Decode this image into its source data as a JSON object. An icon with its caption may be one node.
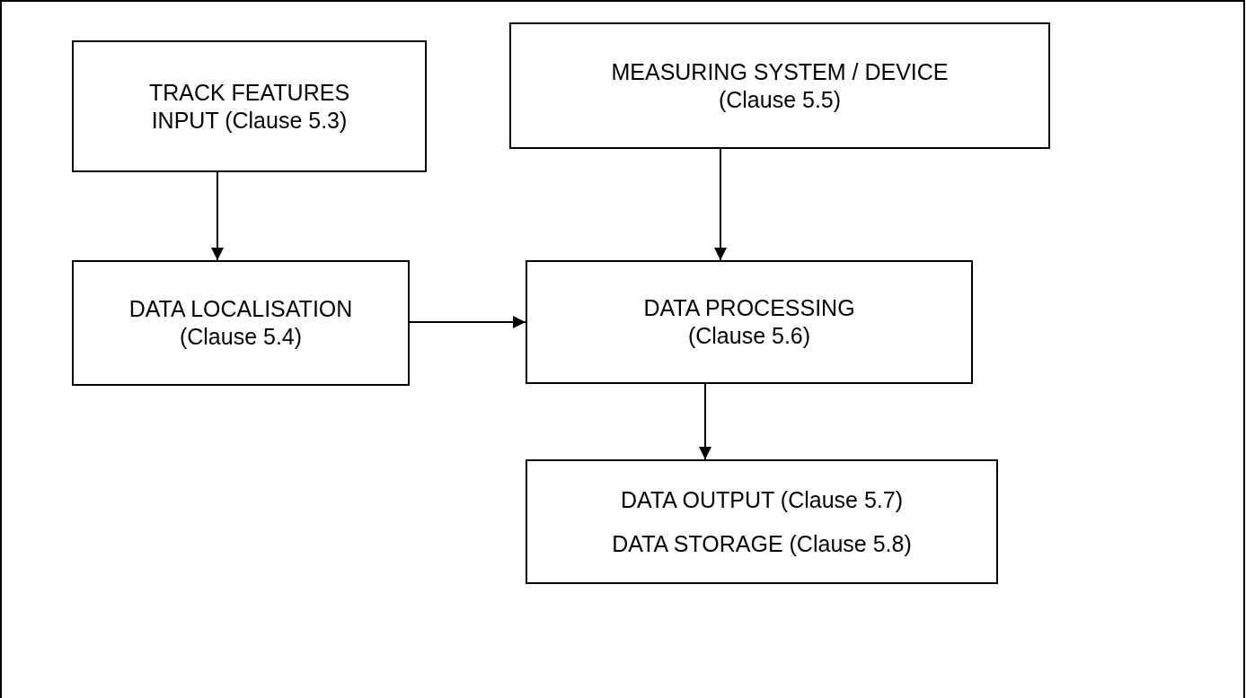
{
  "diagram": {
    "nodes": [
      {
        "text": [
          "TRACK FEATURES INPUT (Clause 5.3)"
        ]
      },
      {
        "text": [
          "MEASURING SYSTEM / DEVICE (Clause 5.5)"
        ]
      },
      {
        "text": [
          "DATA LOCALISATION (Clause 5.4)"
        ]
      },
      {
        "text": [
          "DATA PROCESSING (Clause 5.6)"
        ]
      },
      {
        "text": [
          "DATA OUTPUT (Clause 5.7)",
          "DATA STORAGE (Clause 5.8)"
        ]
      }
    ],
    "edges": [
      {
        "from": 0,
        "to": 2,
        "arrow": "to"
      },
      {
        "from": 1,
        "to": 3,
        "arrow": "to"
      },
      {
        "from": 2,
        "to": 3,
        "arrow": "to"
      },
      {
        "from": 3,
        "to": 4,
        "arrow": "to"
      }
    ]
  }
}
